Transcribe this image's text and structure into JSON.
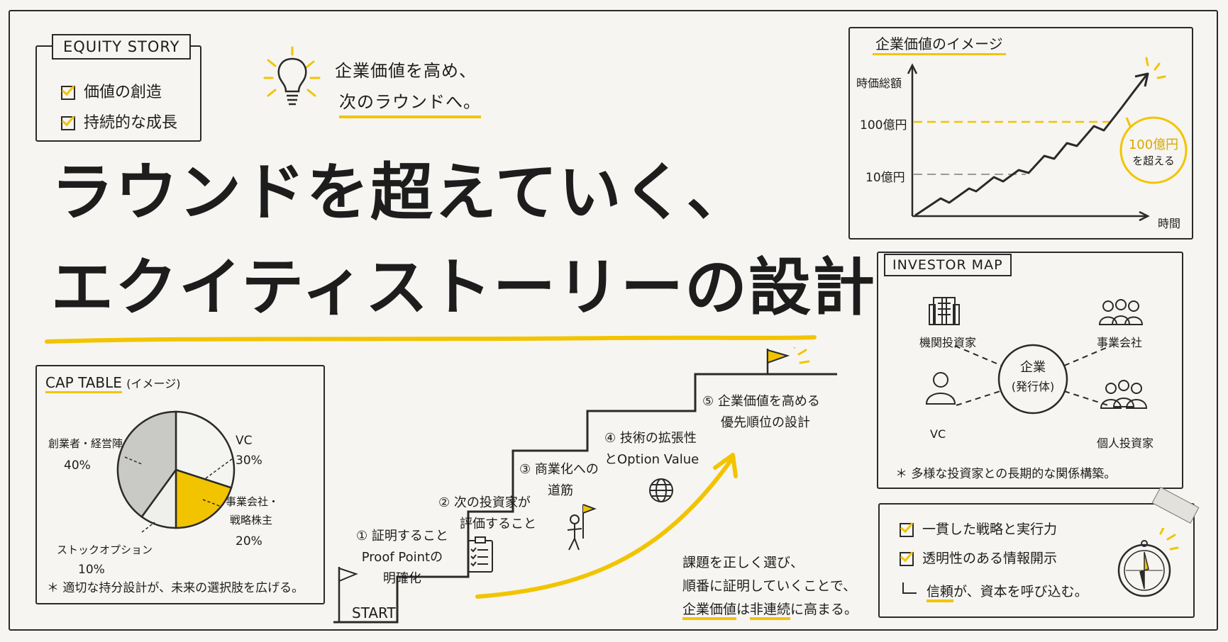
{
  "equity_story": {
    "tag": "EQUITY STORY",
    "items": [
      "価値の創造",
      "持続的な成長"
    ]
  },
  "tagline": {
    "line1": "企業価値を高め、",
    "line2": "次のラウンドへ。"
  },
  "title": {
    "line1": "ラウンドを超えていく、",
    "line2": "エクイティストーリーの設計"
  },
  "cap_table": {
    "tag": "CAP TABLE",
    "tag_sub": "(イメージ)",
    "note": "＊ 適切な持分設計が、未来の選択肢を広げる。"
  },
  "chart_data": {
    "type": "pie",
    "title": "CAP TABLE (イメージ)",
    "slices": [
      {
        "label": "創業者・経営陣",
        "value": 40,
        "value_text": "40%",
        "color": "#c9c9c6"
      },
      {
        "label": "VC",
        "value": 30,
        "value_text": "30%",
        "color": "#f4f4f1"
      },
      {
        "label": "事業会社・戦略株主",
        "value": 20,
        "value_text": "20%",
        "color": "#f2c400"
      },
      {
        "label": "ストックオプション",
        "value": 10,
        "value_text": "10%",
        "color": "#efefeb"
      }
    ]
  },
  "steps": {
    "start": "START",
    "s1": [
      "① 証明すること",
      "Proof Pointの",
      "明確化"
    ],
    "s2": [
      "② 次の投資家が",
      "評価すること"
    ],
    "s3": [
      "③ 商業化への",
      "道筋"
    ],
    "s4": [
      "④ 技術の拡張性",
      "とOption Value"
    ],
    "s5": [
      "⑤ 企業価値を高める",
      "優先順位の設計"
    ]
  },
  "closing": {
    "line1": "課題を正しく選び、",
    "line2": "順番に証明していくことで、",
    "line3a": "企業価値",
    "line3b": "は",
    "line3c": "非連続",
    "line3d": "に高まる。"
  },
  "value_chart": {
    "tag": "企業価値のイメージ",
    "y_label": "時価総額",
    "x_label": "時間",
    "tick_high": "100億円",
    "tick_low": "10億円",
    "bubble_line1": "100億円",
    "bubble_line2": "を超える"
  },
  "investor_map": {
    "tag": "INVESTOR MAP",
    "center_line1": "企業",
    "center_line2": "(発行体)",
    "institutional": "機関投資家",
    "corporate": "事業会社",
    "vc": "VC",
    "individual": "個人投資家",
    "note": "＊ 多様な投資家との長期的な関係構築。"
  },
  "trust": {
    "items": [
      "一貫した戦略と実行力",
      "透明性のある情報開示"
    ],
    "result_a": "信頼",
    "result_b": "が、資本を呼び込む。"
  },
  "colors": {
    "accent": "#f2c400",
    "ink": "#1d1d1d",
    "paper": "#f6f5f1"
  }
}
